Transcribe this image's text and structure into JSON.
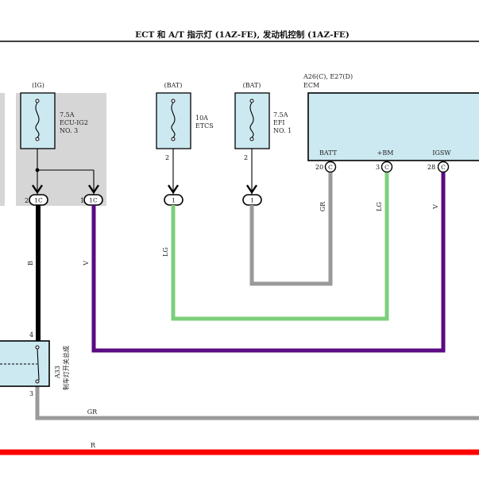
{
  "title": "ECT 和 A/T 指示灯 (1AZ-FE), 发动机控制 (1AZ-FE)",
  "ig_fuse": {
    "source": "(IG)",
    "amp": "7.5A",
    "name": "ECU-IG2",
    "no": "NO. 3",
    "pin_left": "2",
    "pin_right": "1",
    "conn": "1C"
  },
  "etcs_fuse": {
    "source": "(BAT)",
    "amp": "10A",
    "name": "ETCS",
    "pin": "2",
    "conn": "1"
  },
  "efi_fuse": {
    "source": "(BAT)",
    "amp": "7.5A",
    "name": "EFI",
    "no": "NO. 1",
    "pin": "2",
    "conn": "1"
  },
  "ecm": {
    "ref": "A26(C), E27(D)",
    "name": "ECM",
    "terminals": [
      {
        "label": "BATT",
        "pin": "20",
        "conn": "C"
      },
      {
        "label": "+BM",
        "pin": "3",
        "conn": "C"
      },
      {
        "label": "IGSW",
        "pin": "28",
        "conn": "C"
      }
    ]
  },
  "switch": {
    "ref": "A33",
    "name": "制车灯开关总成",
    "pin_top": "4",
    "pin_bottom": "3"
  },
  "wires": {
    "b": "B",
    "v_left": "V",
    "lg_etcs": "LG",
    "gr_batt": "GR",
    "lg_bm": "LG",
    "v_igsw": "V",
    "gr_bottom": "GR",
    "r_bottom": "R"
  },
  "colors": {
    "black": "#000000",
    "violet": "#5a0a82",
    "light_green": "#7ccf7c",
    "gray": "#9a9a9a",
    "red": "#ff0000",
    "box_fill": "#cce9f1",
    "panel_fill": "#d6d6d6"
  }
}
